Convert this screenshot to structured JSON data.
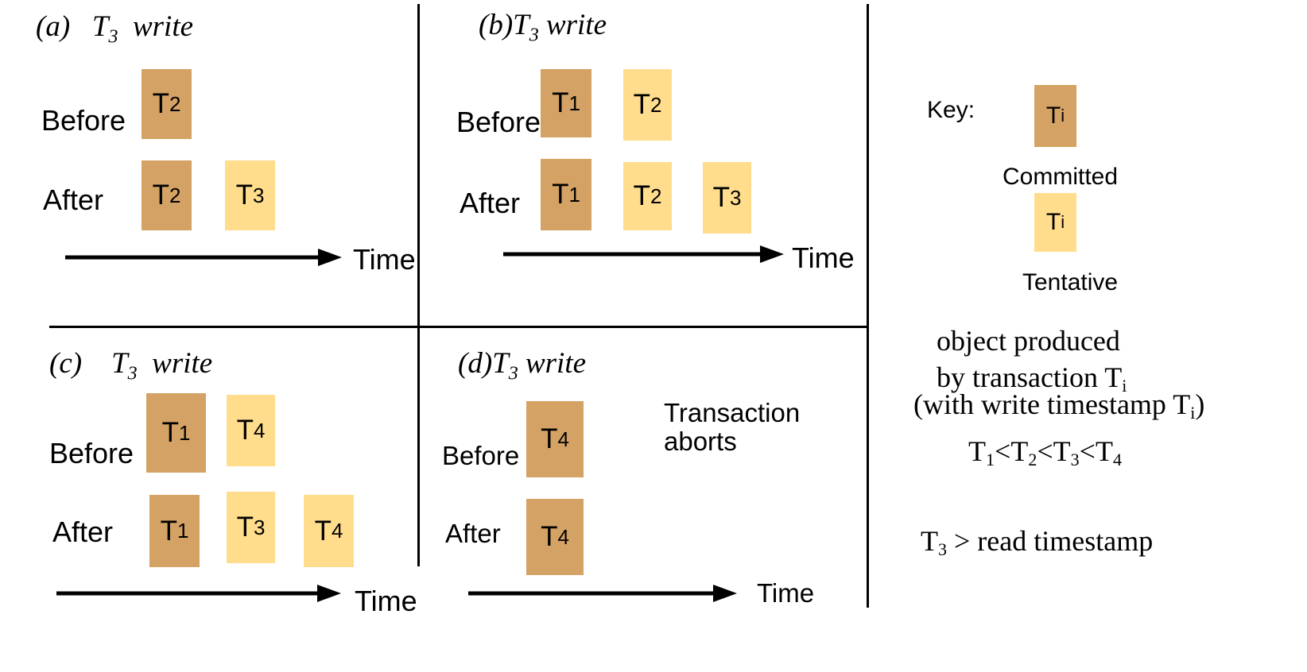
{
  "panels": {
    "a": {
      "prefix": "(a)",
      "title_txn": "T",
      "title_txn_sub": "3",
      "title_word": "write"
    },
    "b": {
      "prefix": "(b)",
      "title_txn": "T",
      "title_txn_sub": "3",
      "title_word": "write"
    },
    "c": {
      "prefix": "(c)",
      "title_txn": "T",
      "title_txn_sub": "3",
      "title_word": "write"
    },
    "d": {
      "prefix": "(d)",
      "title_txn": "T",
      "title_txn_sub": "3",
      "title_word": "write"
    }
  },
  "labels": {
    "before": "Before",
    "after": "After",
    "time": "Time",
    "transaction_aborts_line1": "Transaction",
    "transaction_aborts_line2": "aborts"
  },
  "boxes": {
    "a_before_1": {
      "t": "T",
      "sub": "2",
      "kind": "committed"
    },
    "a_after_1": {
      "t": "T",
      "sub": "2",
      "kind": "committed"
    },
    "a_after_2": {
      "t": "T",
      "sub": "3",
      "kind": "tentative"
    },
    "b_before_1": {
      "t": "T",
      "sub": "1",
      "kind": "committed"
    },
    "b_before_2": {
      "t": "T",
      "sub": "2",
      "kind": "tentative"
    },
    "b_after_1": {
      "t": "T",
      "sub": "1",
      "kind": "committed"
    },
    "b_after_2": {
      "t": "T",
      "sub": "2",
      "kind": "tentative"
    },
    "b_after_3": {
      "t": "T",
      "sub": "3",
      "kind": "tentative"
    },
    "c_before_1": {
      "t": "T",
      "sub": "1",
      "kind": "committed"
    },
    "c_before_2": {
      "t": "T",
      "sub": "4",
      "kind": "tentative"
    },
    "c_after_1": {
      "t": "T",
      "sub": "1",
      "kind": "committed"
    },
    "c_after_2": {
      "t": "T",
      "sub": "3",
      "kind": "tentative"
    },
    "c_after_3": {
      "t": "T",
      "sub": "4",
      "kind": "tentative"
    },
    "d_before_1": {
      "t": "T",
      "sub": "4",
      "kind": "committed"
    },
    "d_after_1": {
      "t": "T",
      "sub": "4",
      "kind": "committed"
    },
    "key_committed": {
      "t": "T",
      "sub": "i",
      "kind": "committed"
    },
    "key_tentative": {
      "t": "T",
      "sub": "i",
      "kind": "tentative"
    }
  },
  "key": {
    "label": "Key:",
    "committed": "Committed",
    "tentative": "Tentative",
    "desc_line1": "object produced",
    "desc_line2_prefix": "by transaction T",
    "desc_line2_sub": "i",
    "desc_line3_prefix": "(with write timestamp T",
    "desc_line3_sub": "i",
    "desc_line3_suffix": ")"
  },
  "order": {
    "t": "T",
    "s1": "1",
    "s2": "2",
    "s3": "3",
    "s4": "4",
    "op": "<"
  },
  "read_ts": {
    "t": "T",
    "sub": "3",
    "suffix": " > read timestamp"
  },
  "colors": {
    "committed": "#d4a264",
    "tentative": "#ffdd8c"
  }
}
